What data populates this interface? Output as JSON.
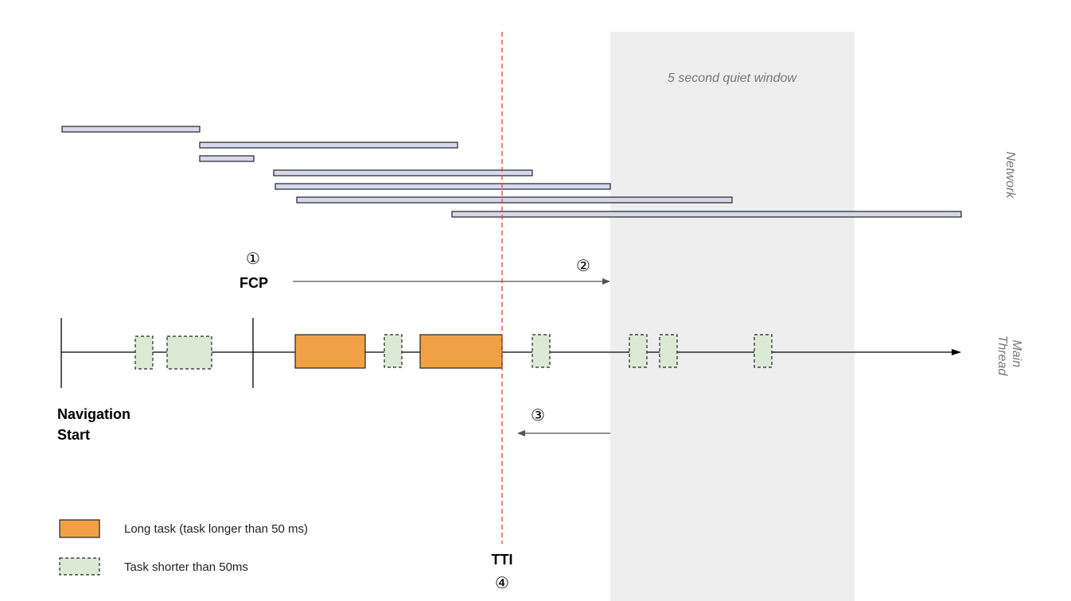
{
  "labels": {
    "quiet_window": "5 second quiet window",
    "network": "Network",
    "main_thread": "Main Thread",
    "fcp_num": "①",
    "fcp": "FCP",
    "step2_num": "②",
    "step3_num": "③",
    "nav_start_line1": "Navigation",
    "nav_start_line2": "Start",
    "tti": "TTI",
    "tti_num": "④"
  },
  "legend": {
    "long_task": "Long task (task longer than 50 ms)",
    "short_task": "Task shorter than 50ms"
  },
  "colors": {
    "quiet_window_bg": "#eeeeee",
    "network_bar_fill": "#d9d7ec",
    "long_task_fill": "#f0a145",
    "short_task_fill": "#dce9d5",
    "tti_line": "#e53935"
  }
}
